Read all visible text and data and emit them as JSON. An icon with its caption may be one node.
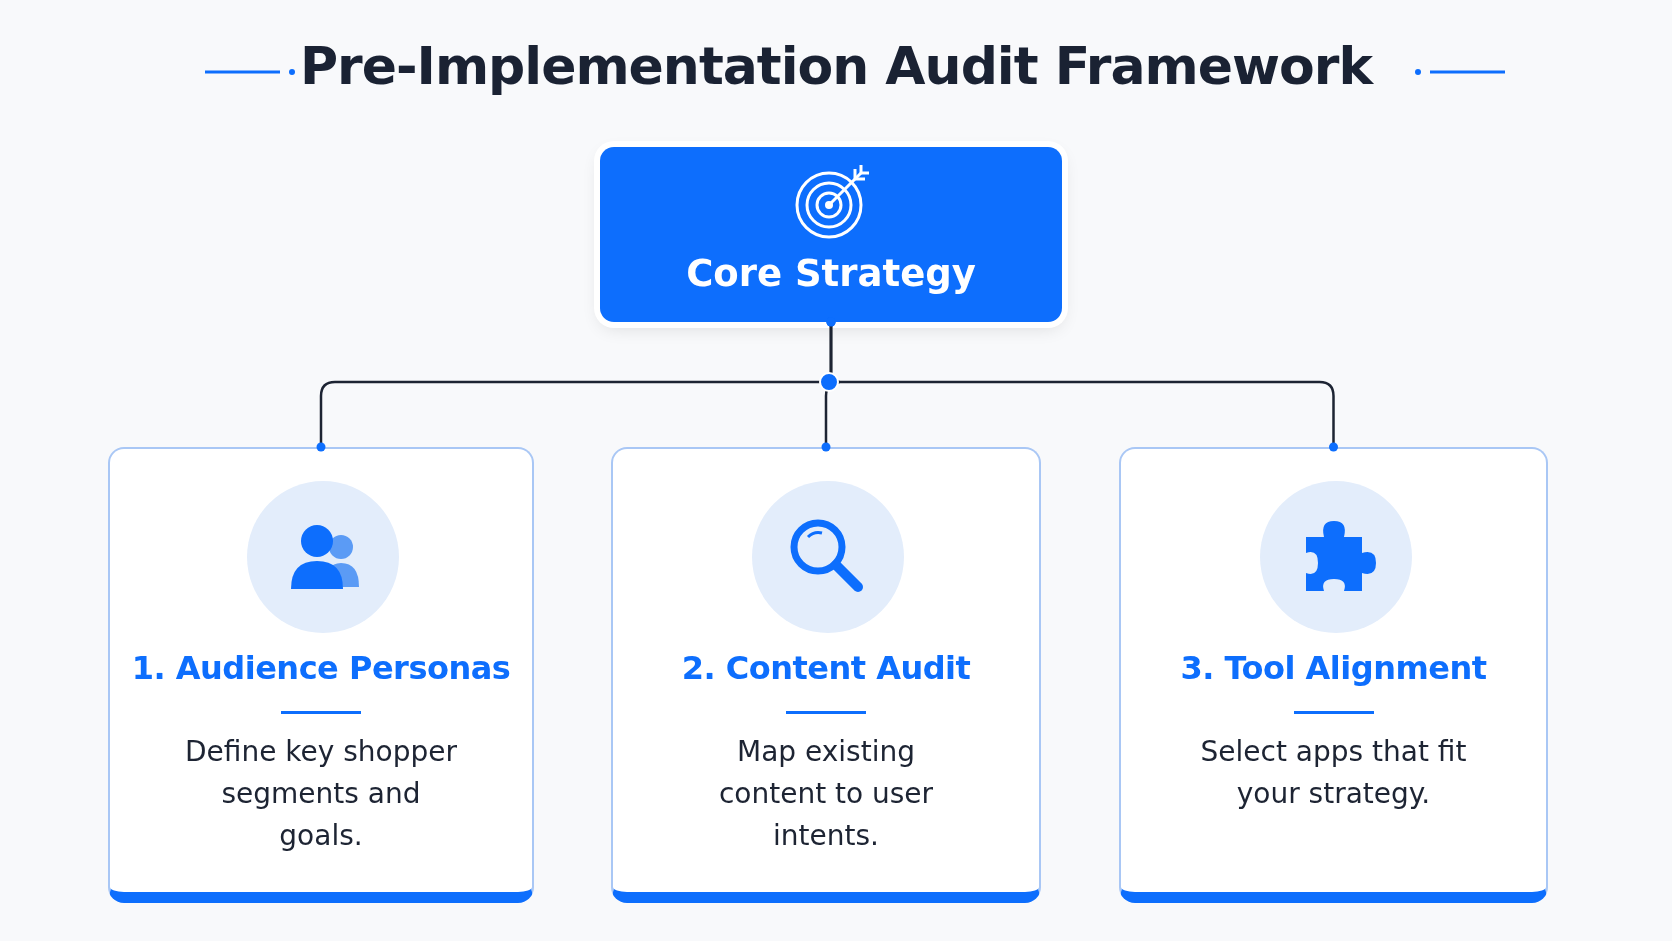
{
  "diagram": {
    "title": "Pre-Implementation Audit Framework",
    "nodes": [
      {
        "text": [
          "Core Strategy"
        ]
      },
      {
        "text": [
          "1. Audience Personas",
          "Define key shopper segments and goals."
        ]
      },
      {
        "text": [
          "2. Content Audit",
          "Map existing content to user intents."
        ]
      },
      {
        "text": [
          "3. Tool Alignment",
          "Select apps that fit your strategy."
        ]
      }
    ],
    "edges": [
      {
        "from": 0,
        "to": 1,
        "arrow": "other"
      },
      {
        "from": 0,
        "to": 2,
        "arrow": "other"
      },
      {
        "from": 0,
        "to": 3,
        "arrow": "other"
      }
    ]
  }
}
